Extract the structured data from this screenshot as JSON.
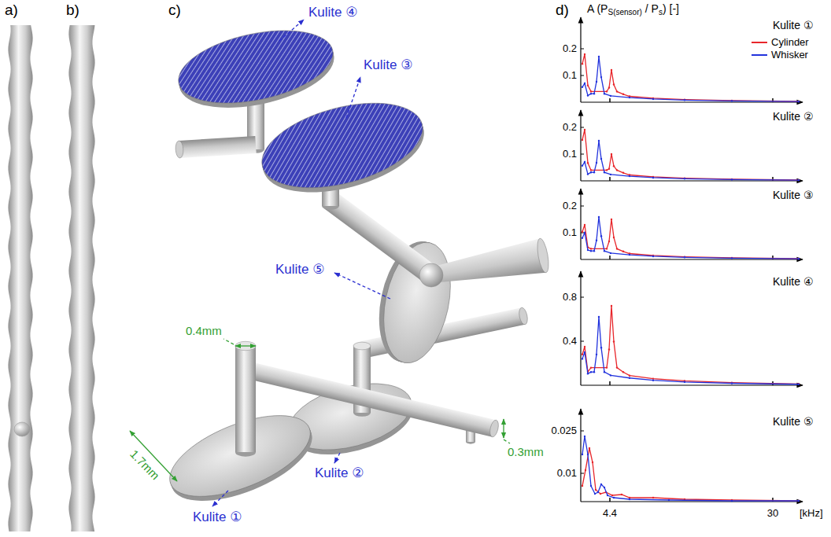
{
  "diagram": {
    "labels": [
      "a)",
      "b)",
      "c)",
      "d)",
      "Kulite ④",
      "Kulite ③",
      "Kulite ⑤",
      "0.4mm",
      "1.7mm",
      "Kulite ①",
      "Kulite ②",
      "0.3mm",
      "A (P",
      "S(sensor)",
      "/ P",
      "s",
      ") [-]",
      "Kulite ①",
      "0.2",
      "0.1",
      "Kulite ②",
      "0.2",
      "0.1",
      "Kulite ③",
      "0.2",
      "0.1",
      "Kulite ④",
      "0.8",
      "0.4",
      "Kulite ⑤",
      "0.025",
      "0.01",
      "4.4",
      "30",
      "[kHz]"
    ],
    "legend": [
      {
        "text": "Cylinder",
        "color": "#e8262b"
      },
      {
        "text": "Whisker",
        "color": "#2233dd"
      }
    ]
  }
}
